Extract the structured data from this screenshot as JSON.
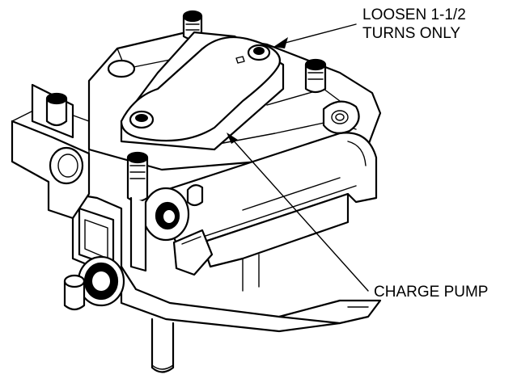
{
  "callouts": {
    "loosen": {
      "line1": "LOOSEN 1-1/2",
      "line2": "TURNS ONLY"
    },
    "charge_pump": "CHARGE PUMP"
  },
  "colors": {
    "ink": "#000000",
    "paper": "#ffffff"
  }
}
